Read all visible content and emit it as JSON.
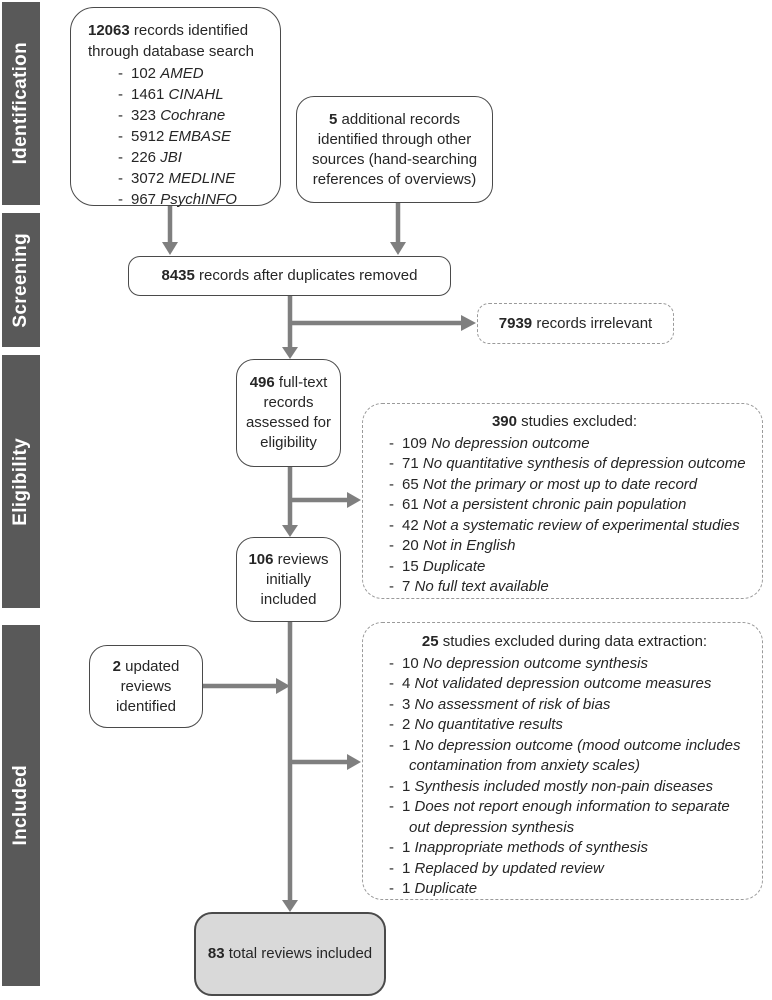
{
  "stages": [
    {
      "label": "Identification"
    },
    {
      "label": "Screening"
    },
    {
      "label": "Eligibility"
    },
    {
      "label": "Included"
    }
  ],
  "boxes": {
    "database": {
      "count": "12063",
      "text": "records identified through database search",
      "sources": [
        {
          "n": "102",
          "name": "AMED"
        },
        {
          "n": "1461",
          "name": "CINAHL"
        },
        {
          "n": "323",
          "name": "Cochrane"
        },
        {
          "n": "5912",
          "name": "EMBASE"
        },
        {
          "n": "226",
          "name": "JBI"
        },
        {
          "n": "3072",
          "name": "MEDLINE"
        },
        {
          "n": "967",
          "name": "PsychINFO"
        }
      ]
    },
    "additional": {
      "count": "5",
      "text": "additional records identified through other sources (hand-searching references of overviews)"
    },
    "duplicates_removed": {
      "count": "8435",
      "text": "records after duplicates removed"
    },
    "irrelevant": {
      "count": "7939",
      "text": "records irrelevant"
    },
    "full_text": {
      "count": "496",
      "text": "full-text records assessed for eligibility"
    },
    "excluded_eligibility": {
      "count": "390",
      "title": "studies excluded:",
      "reasons": [
        {
          "n": "109",
          "reason": "No depression outcome"
        },
        {
          "n": "71",
          "reason": "No quantitative synthesis of depression outcome"
        },
        {
          "n": "65",
          "reason": "Not the primary or most up to date record"
        },
        {
          "n": "61",
          "reason": "Not a persistent chronic pain population"
        },
        {
          "n": "42",
          "reason": "Not a systematic review of experimental studies"
        },
        {
          "n": "20",
          "reason": "Not in English"
        },
        {
          "n": "15",
          "reason": "Duplicate"
        },
        {
          "n": "7",
          "reason": "No full text available"
        }
      ]
    },
    "initially_included": {
      "count": "106",
      "text": "reviews initially included"
    },
    "updated_reviews": {
      "count": "2",
      "text": "updated reviews identified"
    },
    "excluded_extraction": {
      "count": "25",
      "title": "studies excluded during data extraction:",
      "reasons": [
        {
          "n": "10",
          "reason": "No depression outcome synthesis"
        },
        {
          "n": "4",
          "reason": "Not validated depression outcome measures"
        },
        {
          "n": "3",
          "reason": "No assessment of risk of bias"
        },
        {
          "n": "2",
          "reason": "No quantitative results"
        },
        {
          "n": "1",
          "reason": "No depression outcome (mood outcome includes contamination from anxiety scales)"
        },
        {
          "n": "1",
          "reason": "Synthesis included mostly non-pain diseases"
        },
        {
          "n": "1",
          "reason": "Does not report enough information to separate out depression synthesis"
        },
        {
          "n": "1",
          "reason": "Inappropriate methods of synthesis"
        },
        {
          "n": "1",
          "reason": "Replaced by updated review"
        },
        {
          "n": "1",
          "reason": "Duplicate"
        }
      ]
    },
    "total_included": {
      "count": "83",
      "text": "total reviews included"
    }
  },
  "colors": {
    "stage_bar": "#595959",
    "box_border": "#4a4a4a",
    "dashed_border": "#9a9a9a",
    "arrow": "#7f7f7f",
    "final_box_fill": "#d9d9d9"
  }
}
